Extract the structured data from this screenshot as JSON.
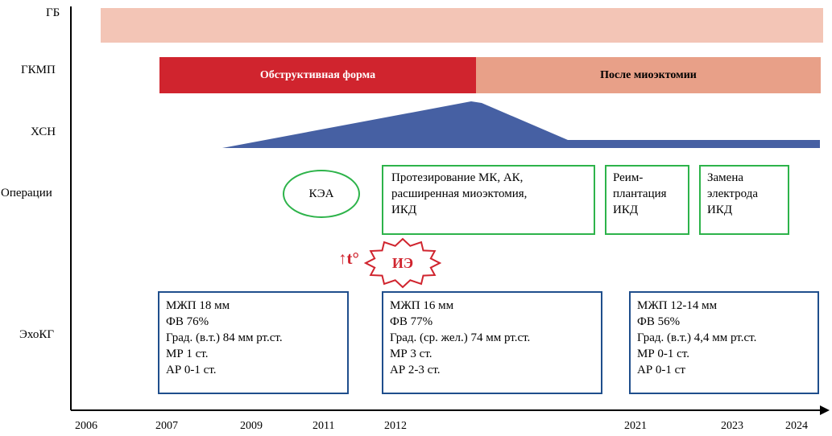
{
  "rows": {
    "gb": "ГБ",
    "hcm": "ГКМП",
    "hf": "ХСН",
    "operations": "Операции",
    "echo": "ЭхоКГ"
  },
  "bars": {
    "obstructive": "Обструктивная форма",
    "after_myectomy": "После миоэктомии"
  },
  "colors": {
    "gb_bar": "#f3c5b6",
    "obstructive": "#d0242e",
    "after_myectomy": "#e8a088",
    "hf": "#4660a3",
    "operation_border": "#2db34a",
    "echo_border": "#1f4e8c",
    "infection": "#d0242e"
  },
  "operations": {
    "cea": "КЭА",
    "op1": [
      "Протезирование МК, АК,",
      "расширенная миоэктомия,",
      "ИКД"
    ],
    "op2": [
      "Реим-",
      "плантация",
      "ИКД"
    ],
    "op3": [
      "Замена",
      "электрода",
      "ИКД"
    ]
  },
  "event": {
    "fever": "↑t°",
    "ie": "ИЭ"
  },
  "echo": {
    "box1": [
      "МЖП 18 мм",
      "ФВ 76%",
      "Град. (в.т.) 84 мм рт.ст.",
      "МР 1 ст.",
      "АР 0-1 ст."
    ],
    "box2": [
      "МЖП 16 мм",
      "ФВ 77%",
      "Град. (ср. жел.) 74 мм рт.ст.",
      "МР 3 ст.",
      "АР 2-3 ст."
    ],
    "box3": [
      "МЖП 12-14 мм",
      "ФВ 56%",
      "Град. (в.т.) 4,4 мм рт.ст.",
      "МР 0-1 ст.",
      "АР 0-1 ст"
    ]
  },
  "years": [
    "2006",
    "2007",
    "2009",
    "2011",
    "2012",
    "2021",
    "2023",
    "2024"
  ]
}
